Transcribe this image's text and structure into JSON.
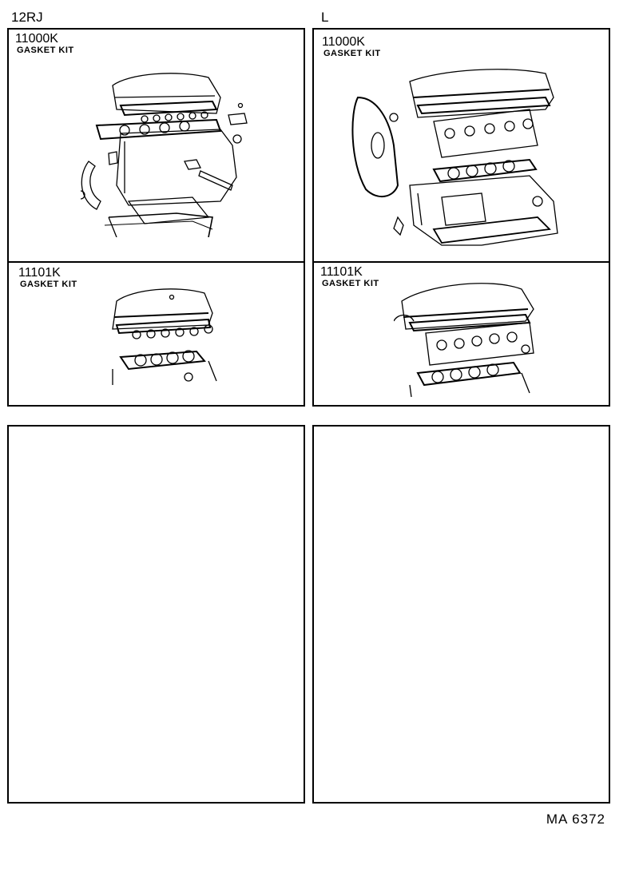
{
  "columns": [
    {
      "engine": "12RJ",
      "kits": [
        {
          "part_number": "11000K",
          "name": "GASKET KIT"
        },
        {
          "part_number": "11101K",
          "name": "GASKET KIT"
        }
      ]
    },
    {
      "engine": "L",
      "kits": [
        {
          "part_number": "11000K",
          "name": "GASKET KIT"
        },
        {
          "part_number": "11101K",
          "name": "GASKET KIT"
        }
      ]
    }
  ],
  "catalog_code": "MA 6372"
}
